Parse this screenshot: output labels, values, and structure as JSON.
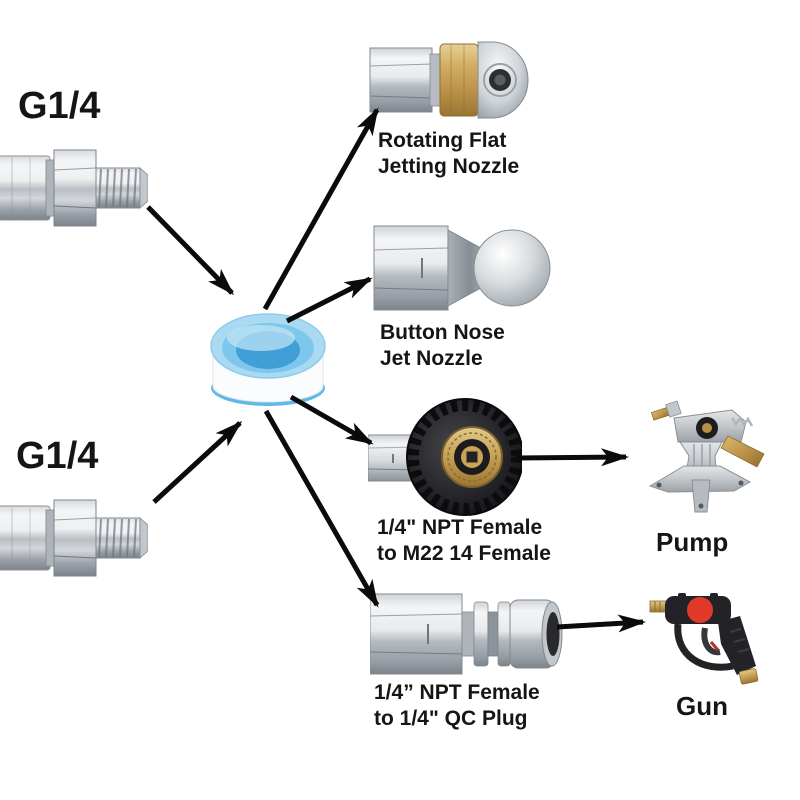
{
  "labels": {
    "g14_top": "G1/4",
    "g14_bottom": "G1/4",
    "rotating_nozzle_line1": "Rotating Flat",
    "rotating_nozzle_line2": "Jetting Nozzle",
    "button_nozzle_line1": "Button Nose",
    "button_nozzle_line2": "Jet Nozzle",
    "m22_adapter_line1": "1/4\" NPT Female",
    "m22_adapter_line2": "to M22 14 Female",
    "qc_plug_line1": "1/4” NPT Female",
    "qc_plug_line2": "to 1/4\" QC Plug",
    "pump": "Pump",
    "gun": "Gun"
  },
  "colors": {
    "background": "#ffffff",
    "text": "#151515",
    "arrow": "#0b0b0b",
    "tape_outer_ring": "#a9daf2",
    "tape_hole": "#3f9fd6",
    "tape_band": "#fbfcfd",
    "tape_rim": "#5fb9e6",
    "brass": "#c9a257",
    "steel_light": "#f4f5f6",
    "steel_dark": "#7c838b",
    "gun_body": "#232327",
    "gun_button": "#e23a2a"
  }
}
